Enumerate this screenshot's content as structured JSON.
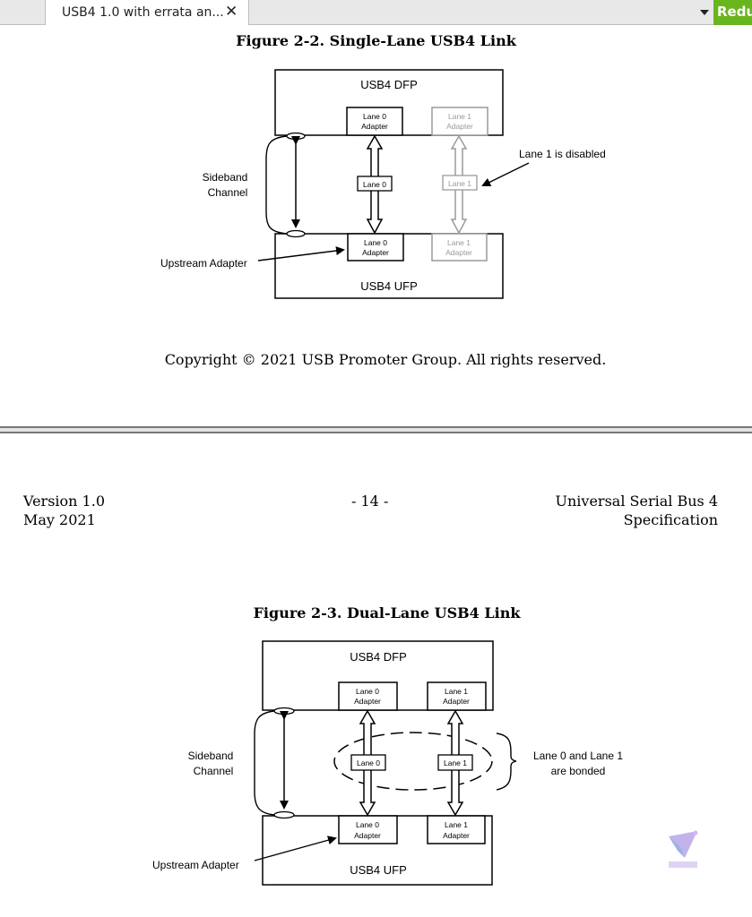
{
  "browser": {
    "tab_title": "USB4 1.0 with errata an...",
    "promo_text": "Redu"
  },
  "figure1": {
    "title": "Figure 2-2.  Single-Lane USB4 Link",
    "dfp_label": "USB4 DFP",
    "ufp_label": "USB4 UFP",
    "lane0_adapter_top": [
      "Lane 0",
      "Adapter"
    ],
    "lane1_adapter_top": [
      "Lane 1",
      "Adapter"
    ],
    "lane0_adapter_bottom": [
      "Lane 0",
      "Adapter"
    ],
    "lane1_adapter_bottom": [
      "Lane 1",
      "Adapter"
    ],
    "lane0_label": "Lane 0",
    "lane1_label": "Lane 1",
    "sideband_label": [
      "Sideband",
      "Channel"
    ],
    "upstream_label": "Upstream Adapter",
    "lane1_note": "Lane 1 is disabled"
  },
  "copyright": "Copyright © 2021 USB Promoter Group.  All rights reserved.",
  "footer": {
    "version": "Version 1.0",
    "date": "May 2021",
    "page_number": "- 14 -",
    "spec_line1": "Universal Serial Bus 4",
    "spec_line2": "Specification"
  },
  "figure2": {
    "title": "Figure 2-3.  Dual-Lane USB4 Link",
    "dfp_label": "USB4 DFP",
    "ufp_label": "USB4 UFP",
    "lane0_adapter_top": [
      "Lane 0",
      "Adapter"
    ],
    "lane1_adapter_top": [
      "Lane 1",
      "Adapter"
    ],
    "lane0_adapter_bottom": [
      "Lane 0",
      "Adapter"
    ],
    "lane1_adapter_bottom": [
      "Lane 1",
      "Adapter"
    ],
    "lane0_label": "Lane 0",
    "lane1_label": "Lane 1",
    "sideband_label": [
      "Sideband",
      "Channel"
    ],
    "upstream_label": "Upstream Adapter",
    "bonded_note": [
      "Lane 0 and Lane 1",
      "are bonded"
    ]
  },
  "colors": {
    "disabled_gray": "#9a9a9a",
    "promo_green": "#69b51e"
  }
}
